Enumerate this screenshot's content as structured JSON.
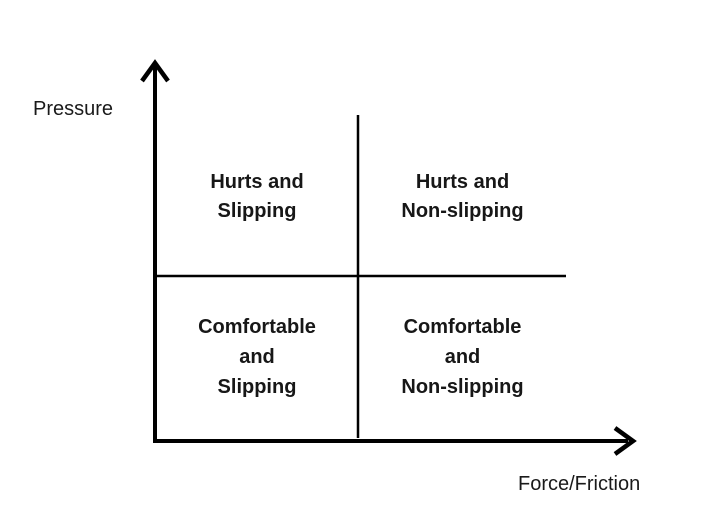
{
  "diagram": {
    "y_axis_label": "Pressure",
    "x_axis_label": "Force/Friction",
    "quadrants": {
      "top_left": {
        "lines": [
          "Hurts and",
          "Slipping"
        ]
      },
      "top_right": {
        "lines": [
          "Hurts and",
          "Non-slipping"
        ]
      },
      "bottom_left": {
        "lines": [
          "Comfortable",
          "and",
          "Slipping"
        ]
      },
      "bottom_right": {
        "lines": [
          "Comfortable",
          "and",
          "Non-slipping"
        ]
      }
    },
    "colors": {
      "line": "#000000",
      "text": "#1a1a1a",
      "background": "#ffffff"
    }
  }
}
